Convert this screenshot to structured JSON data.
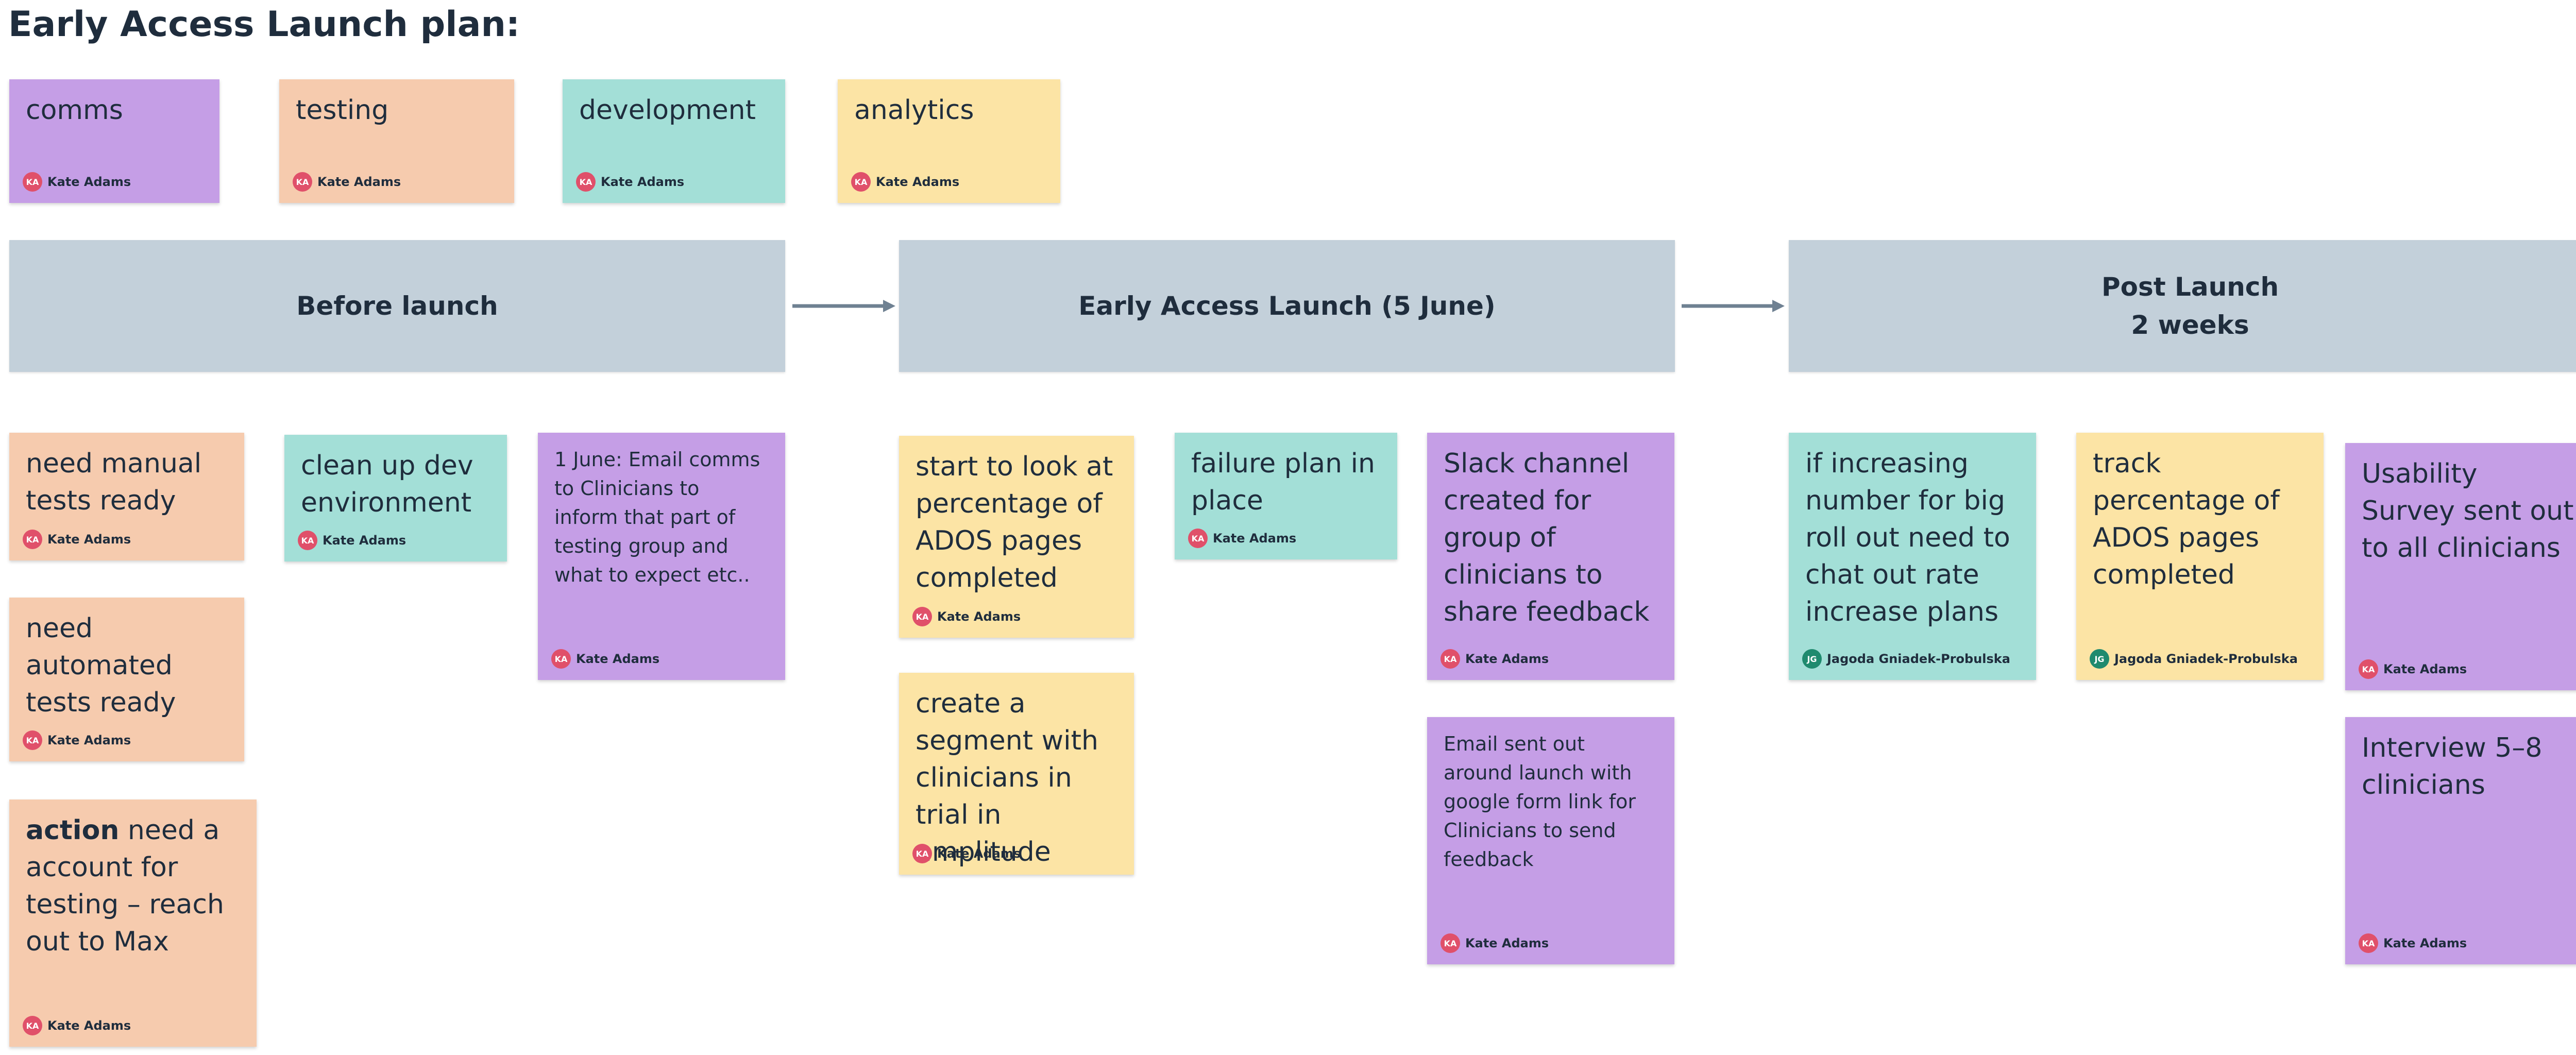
{
  "board": {
    "title": "Early Access Launch plan:"
  },
  "colors": {
    "comms": "#c59ee6",
    "testing": "#f6cbae",
    "development": "#a3dfd7",
    "analytics": "#fce4a5",
    "phase": "#c3d0da",
    "avatar_ka": "#e0506a",
    "avatar_jg": "#1f8a6e",
    "arrow": "#6f8192"
  },
  "legend": [
    {
      "label": "comms",
      "author": "Kate Adams",
      "initials": "KA",
      "color": "purple"
    },
    {
      "label": "testing",
      "author": "Kate Adams",
      "initials": "KA",
      "color": "peach"
    },
    {
      "label": "development",
      "author": "Kate Adams",
      "initials": "KA",
      "color": "teal"
    },
    {
      "label": "analytics",
      "author": "Kate Adams",
      "initials": "KA",
      "color": "yellow"
    }
  ],
  "phases": [
    {
      "label": "Before launch"
    },
    {
      "label": "Early Access Launch (5 June)"
    },
    {
      "label": "Post Launch\n2 weeks"
    }
  ],
  "notes": [
    {
      "text": "need manual tests ready",
      "author": "Kate Adams",
      "initials": "KA",
      "color": "peach"
    },
    {
      "text": "need automated tests ready",
      "author": "Kate Adams",
      "initials": "KA",
      "color": "peach"
    },
    {
      "bold": "action",
      "text": " need a account for testing – reach out to Max",
      "author": "Kate Adams",
      "initials": "KA",
      "color": "peach"
    },
    {
      "text": "clean up dev environment",
      "author": "Kate Adams",
      "initials": "KA",
      "color": "teal"
    },
    {
      "text": "1 June: Email comms to Clinicians to inform that part of testing group and what to expect etc..",
      "author": "Kate Adams",
      "initials": "KA",
      "color": "purple"
    },
    {
      "text": "start to look at percentage of ADOS pages completed",
      "author": "Kate Adams",
      "initials": "KA",
      "color": "yellow"
    },
    {
      "text": "create a segment with clinicians in trial in amplitude",
      "author": "Kate Adams",
      "initials": "KA",
      "color": "yellow"
    },
    {
      "text": "failure plan in place",
      "author": "Kate Adams",
      "initials": "KA",
      "color": "teal"
    },
    {
      "text": "Slack channel created for group of clinicians to share feedback",
      "author": "Kate Adams",
      "initials": "KA",
      "color": "purple"
    },
    {
      "text": "Email sent out around launch with google form link for Clinicians to send feedback",
      "author": "Kate Adams",
      "initials": "KA",
      "color": "purple"
    },
    {
      "text": "if increasing number for big roll out need to chat out rate increase plans",
      "author": "Jagoda Gniadek-Probulska",
      "initials": "JG",
      "color": "teal"
    },
    {
      "text": "track percentage of ADOS pages completed",
      "author": "Jagoda Gniadek-Probulska",
      "initials": "JG",
      "color": "yellow"
    },
    {
      "text": "Usability Survey sent out to all clinicians",
      "author": "Kate Adams",
      "initials": "KA",
      "color": "purple"
    },
    {
      "text": "Interview 5–8 clinicians",
      "author": "Kate Adams",
      "initials": "KA",
      "color": "purple"
    }
  ]
}
